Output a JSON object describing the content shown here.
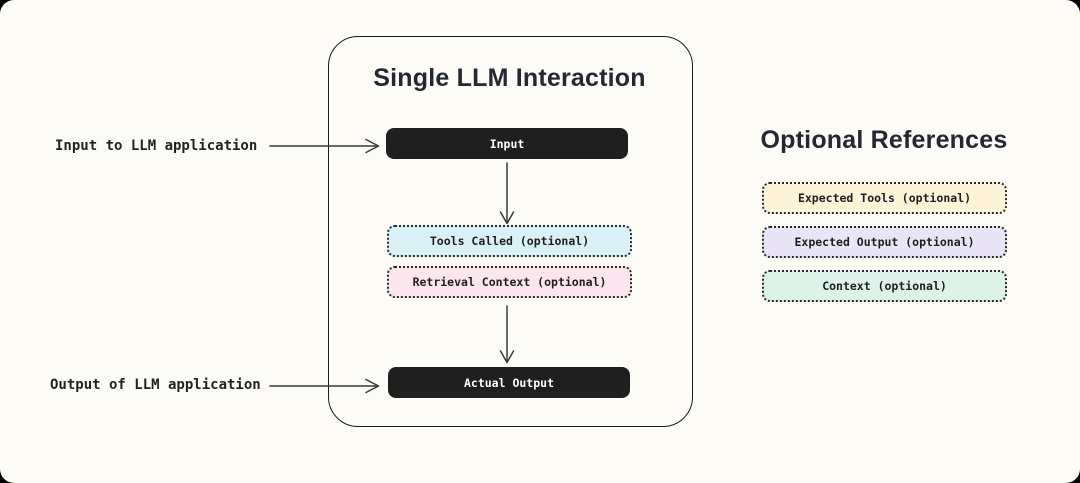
{
  "diagram": {
    "title": "Single LLM Interaction",
    "nodes": {
      "input": {
        "label": "Input",
        "bg": "#1f1f1f"
      },
      "tools_called": {
        "label": "Tools Called (optional)",
        "bg": "#d9f1f6"
      },
      "retrieval_context": {
        "label": "Retrieval Context (optional)",
        "bg": "#fbe5ee"
      },
      "actual_output": {
        "label": "Actual Output",
        "bg": "#1f1f1f"
      }
    },
    "annotations": {
      "input": "Input to LLM application",
      "output": "Output of LLM application"
    }
  },
  "references": {
    "title": "Optional References",
    "items": [
      {
        "label": "Expected Tools (optional)",
        "bg": "#fcf3d9"
      },
      {
        "label": "Expected Output (optional)",
        "bg": "#e9e5f6"
      },
      {
        "label": "Context (optional)",
        "bg": "#ddf2e9"
      }
    ]
  },
  "colors": {
    "canvas_bg": "#fcfbf5",
    "outer_bg": "#000000",
    "frame_border": "#1a1a1a",
    "dotted_border": "#2b2b2b",
    "arrow": "#3a3a3a",
    "pill_text": "#ffffff",
    "heading_text": "#232832"
  }
}
